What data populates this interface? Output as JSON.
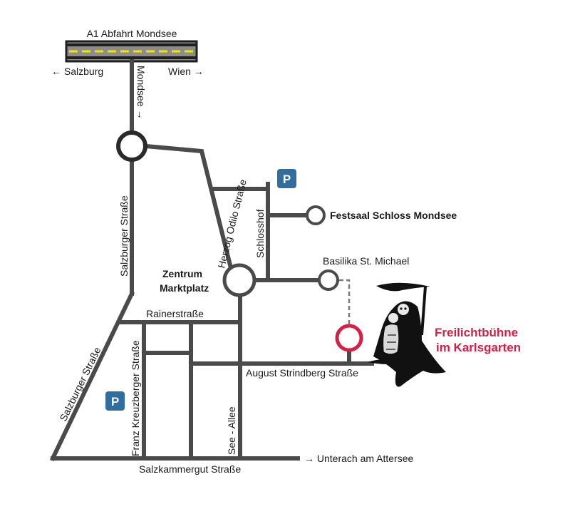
{
  "colors": {
    "road": "#4a4a4a",
    "highway_stripe": "#f2e600",
    "parking": "#2f6e9e",
    "venue": "#d71f45"
  },
  "highway": {
    "exit_label": "A1 Abfahrt Mondsee",
    "left_direction": "← Salzburg",
    "right_direction": "Wien →"
  },
  "roads": {
    "mondsee": "Mondsee →",
    "salzburger_upper": "Salzburger Straße",
    "salzburger_lower": "Salzburger Straße",
    "herzog_odilo": "Herzog Odilo Straße",
    "schlosshof": "Schlosshof",
    "rainer": "Rainerstraße",
    "franz_kreuzberger": "Franz Kreuzberger Straße",
    "see_allee": "See - Allee",
    "august_strindberg": "August Strindberg Straße",
    "salzkammergut": "Salzkammergut Straße",
    "unterach": "→ Unterach am Attersee"
  },
  "places": {
    "zentrum_line1": "Zentrum",
    "zentrum_line2": "Marktplatz",
    "festsaal": "Festsaal Schloss Mondsee",
    "basilika": "Basilika St. Michael",
    "venue_line1": "Freilichtbühne",
    "venue_line2": "im Karlsgarten"
  },
  "parking": {
    "symbol": "P"
  },
  "icons": {
    "mascot": "grim-reaper-with-scythe-icon",
    "parking": "parking-sign-icon",
    "roundabout": "roundabout-icon"
  }
}
